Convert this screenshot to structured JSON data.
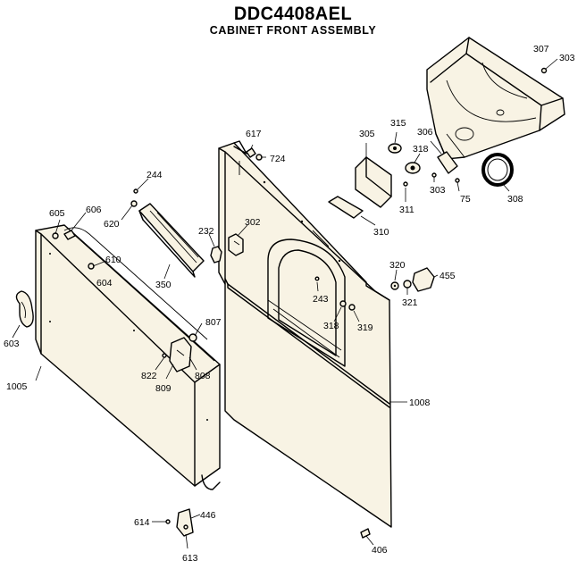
{
  "diagram": {
    "model_number": "DDC4408AEL",
    "subtitle": "CABINET FRONT ASSEMBLY",
    "part_labels": {
      "p244": "244",
      "p605": "605",
      "p606": "606",
      "p620": "620",
      "p610": "610",
      "p604": "604",
      "p350": "350",
      "p232": "232",
      "p302": "302",
      "p603": "603",
      "p1005": "1005",
      "p807": "807",
      "p822": "822",
      "p809": "809",
      "p808": "808",
      "p614": "614",
      "p446": "446",
      "p613": "613",
      "p617": "617",
      "p724": "724",
      "p305": "305",
      "p315": "315",
      "p318a": "318",
      "p306": "306",
      "p307": "307",
      "p303a": "303",
      "p303b": "303",
      "p75": "75",
      "p308": "308",
      "p311": "311",
      "p310": "310",
      "p320": "320",
      "p321": "321",
      "p455": "455",
      "p243": "243",
      "p318b": "318",
      "p319": "319",
      "p1008": "1008",
      "p406": "406"
    }
  }
}
